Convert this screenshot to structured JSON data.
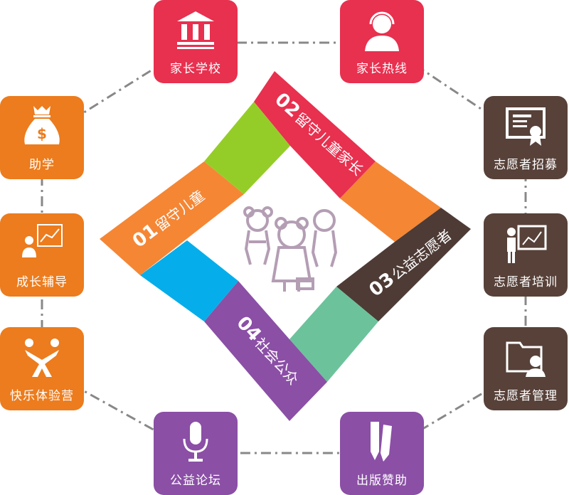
{
  "center": {
    "bands": [
      {
        "num": "01",
        "label": "留守儿童",
        "color": "#f58634"
      },
      {
        "num": "02",
        "label": "留守儿童家长",
        "color": "#e8304f"
      },
      {
        "num": "03",
        "label": "公益志愿者",
        "color": "#4e3b35"
      },
      {
        "num": "04",
        "label": "社会公众",
        "color": "#8b4fa6"
      }
    ],
    "connectors": {
      "green": "#95cd28",
      "orange": "#f58634",
      "teal": "#6cc39b",
      "blue": "#05aeea"
    }
  },
  "tiles": [
    {
      "label": "家长学校",
      "icon": "building-icon",
      "color": "#e8304f"
    },
    {
      "label": "家长热线",
      "icon": "headset-icon",
      "color": "#e8304f"
    },
    {
      "label": "志愿者招募",
      "icon": "certificate-icon",
      "color": "#574139"
    },
    {
      "label": "志愿者培训",
      "icon": "presentation-icon",
      "color": "#574139"
    },
    {
      "label": "志愿者管理",
      "icon": "folder-user-icon",
      "color": "#574139"
    },
    {
      "label": "出版赞助",
      "icon": "pen-icon",
      "color": "#8b4fa6"
    },
    {
      "label": "公益论坛",
      "icon": "microphone-icon",
      "color": "#8b4fa6"
    },
    {
      "label": "快乐体验营",
      "icon": "teamwork-icon",
      "color": "#ec7c1d"
    },
    {
      "label": "成长辅导",
      "icon": "tutor-chart-icon",
      "color": "#ec7c1d"
    },
    {
      "label": "助学",
      "icon": "money-bag-icon",
      "color": "#ec7c1d"
    }
  ]
}
